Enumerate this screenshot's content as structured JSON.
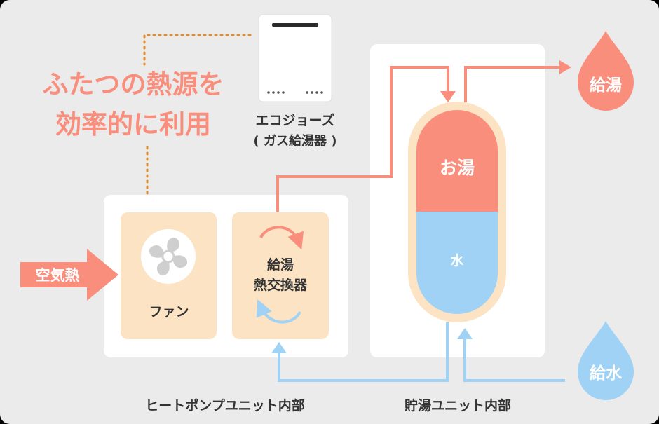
{
  "headline": {
    "line1": "ふたつの熱源を",
    "line2": "効率的に利用"
  },
  "water_heater": {
    "name": "エコジョーズ",
    "subtitle": "( ガス給湯器 )"
  },
  "heat_pump_unit": {
    "label": "ヒートポンプユニット内部",
    "fan_label": "ファン",
    "exchanger_line1": "給湯",
    "exchanger_line2": "熱交換器"
  },
  "storage_unit": {
    "label": "貯湯ユニット内部",
    "hot_label": "お湯",
    "cold_label": "水"
  },
  "air_heat_label": "空気熱",
  "hot_out_label": "給湯",
  "cold_in_label": "給水",
  "colors": {
    "background": "#ebebeb",
    "panel": "#ffffff",
    "box": "#fbe3c3",
    "hot": "#fa8e7c",
    "cold": "#9fd2f4",
    "tank_ring": "#fbe3c3",
    "dots": "#e08a2a",
    "text": "#333333"
  }
}
